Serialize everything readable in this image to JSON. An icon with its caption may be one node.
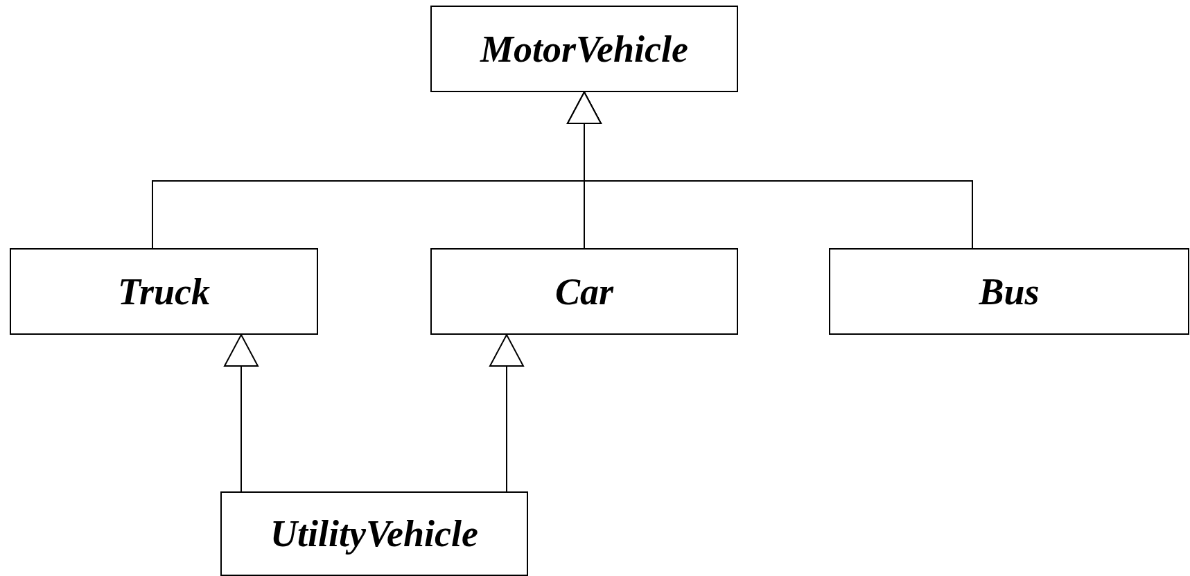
{
  "diagram": {
    "nodes": [
      {
        "text": [
          "MotorVehicle"
        ]
      },
      {
        "text": [
          "Truck"
        ]
      },
      {
        "text": [
          "Car"
        ]
      },
      {
        "text": [
          "Bus"
        ]
      },
      {
        "text": [
          "UtilityVehicle"
        ]
      }
    ],
    "edges": [
      {
        "from": 1,
        "to": 0,
        "arrow": "to"
      },
      {
        "from": 2,
        "to": 0,
        "arrow": "to"
      },
      {
        "from": 3,
        "to": 0,
        "arrow": "to"
      },
      {
        "from": 4,
        "to": 1,
        "arrow": "to"
      },
      {
        "from": 4,
        "to": 2,
        "arrow": "to"
      }
    ]
  }
}
